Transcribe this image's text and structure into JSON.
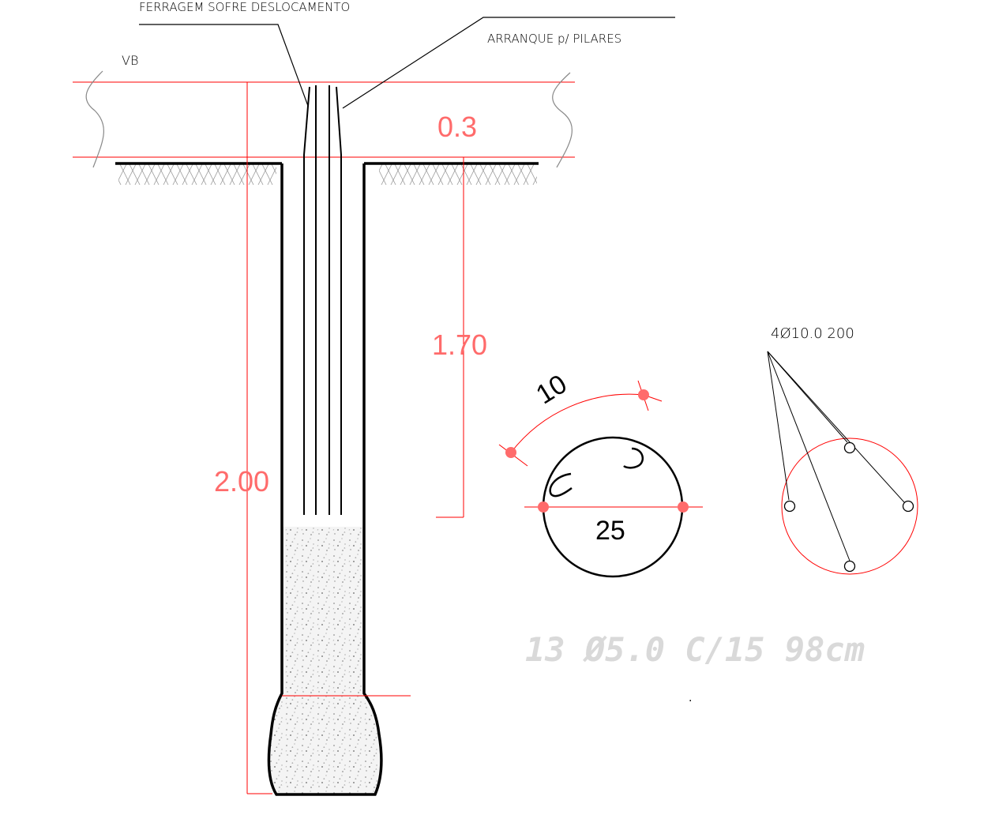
{
  "drawing": {
    "labels": {
      "ferragem": "FERRAGEM SOFRE DESLOCAMENTO",
      "arranque": "ARRANQUE p/ PILARES",
      "beam": "VB",
      "bars": "4Ø10.0 200"
    },
    "dimensions": {
      "beam_height": "0.3",
      "depth_1": "1.70",
      "depth_total": "2.00",
      "arc": "10",
      "diameter": "25"
    },
    "stirrup_spec": "13 Ø5.0 C/15 98cm",
    "dot": "."
  },
  "colors": {
    "line": "#000000",
    "dimension": "#ff6b6b",
    "dimension_line": "#ff0000",
    "spec_text": "#d9d9d9",
    "fill": "#f2f2f2",
    "gray": "#808080"
  }
}
